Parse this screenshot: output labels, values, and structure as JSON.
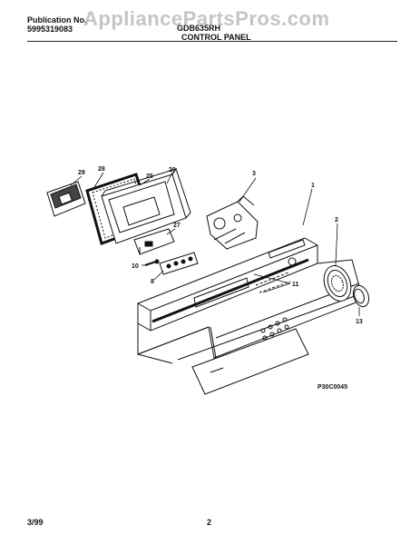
{
  "header": {
    "publication_label": "Publication No.",
    "publication_number": "5995319083",
    "model": "GDB635RH",
    "section_title": "CONTROL PANEL"
  },
  "watermark": "AppliancePartsPros.com",
  "diagram": {
    "figure_id": "P30C0045",
    "callouts": [
      "29",
      "28",
      "25",
      "20",
      "27",
      "3",
      "1",
      "2",
      "10",
      "8",
      "11",
      "13"
    ]
  },
  "footer": {
    "date": "3/99",
    "page": "2"
  }
}
